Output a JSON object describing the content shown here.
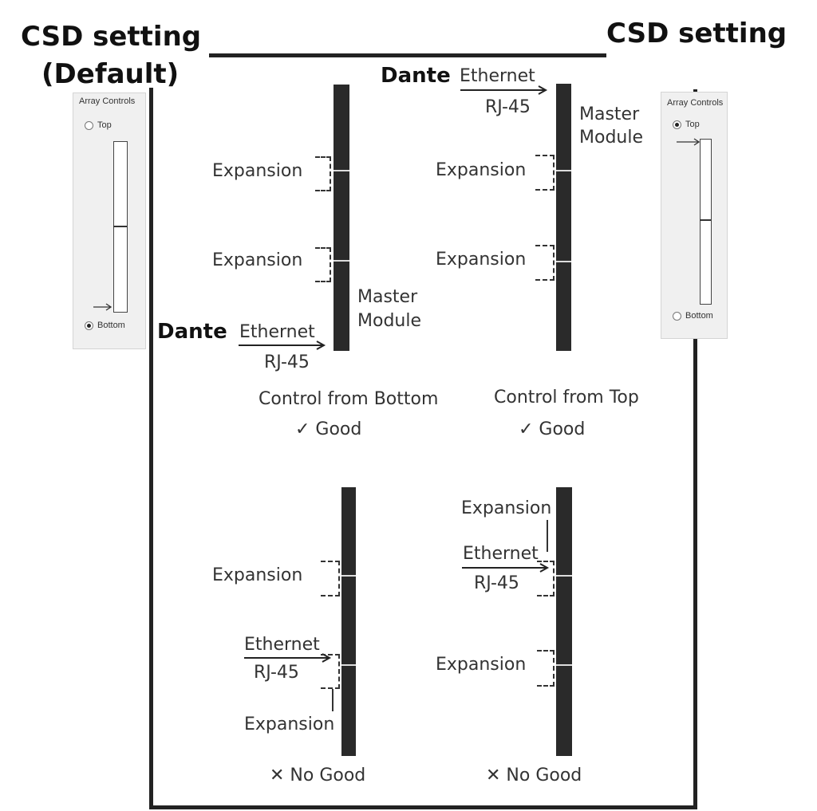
{
  "headers": {
    "left": "CSD setting",
    "left_sub": "(Default)",
    "right": "CSD setting"
  },
  "panel_left": {
    "title": "Array Controls",
    "top": "Top",
    "bottom": "Bottom",
    "selected": "Bottom"
  },
  "panel_right": {
    "title": "Array Controls",
    "top": "Top",
    "bottom": "Bottom",
    "selected": "Top"
  },
  "labels": {
    "dante": "Dante",
    "ethernet": "Ethernet",
    "rj45": "RJ-45",
    "expansion": "Expansion",
    "master_line1": "Master",
    "master_line2": "Module"
  },
  "captions": {
    "bottom_good_title": "Control from Bottom",
    "bottom_good_verdict": "✓ Good",
    "top_good_title": "Control from Top",
    "top_good_verdict": "✓ Good",
    "no_good_left": "✕ No Good",
    "no_good_right": "✕ No Good"
  }
}
